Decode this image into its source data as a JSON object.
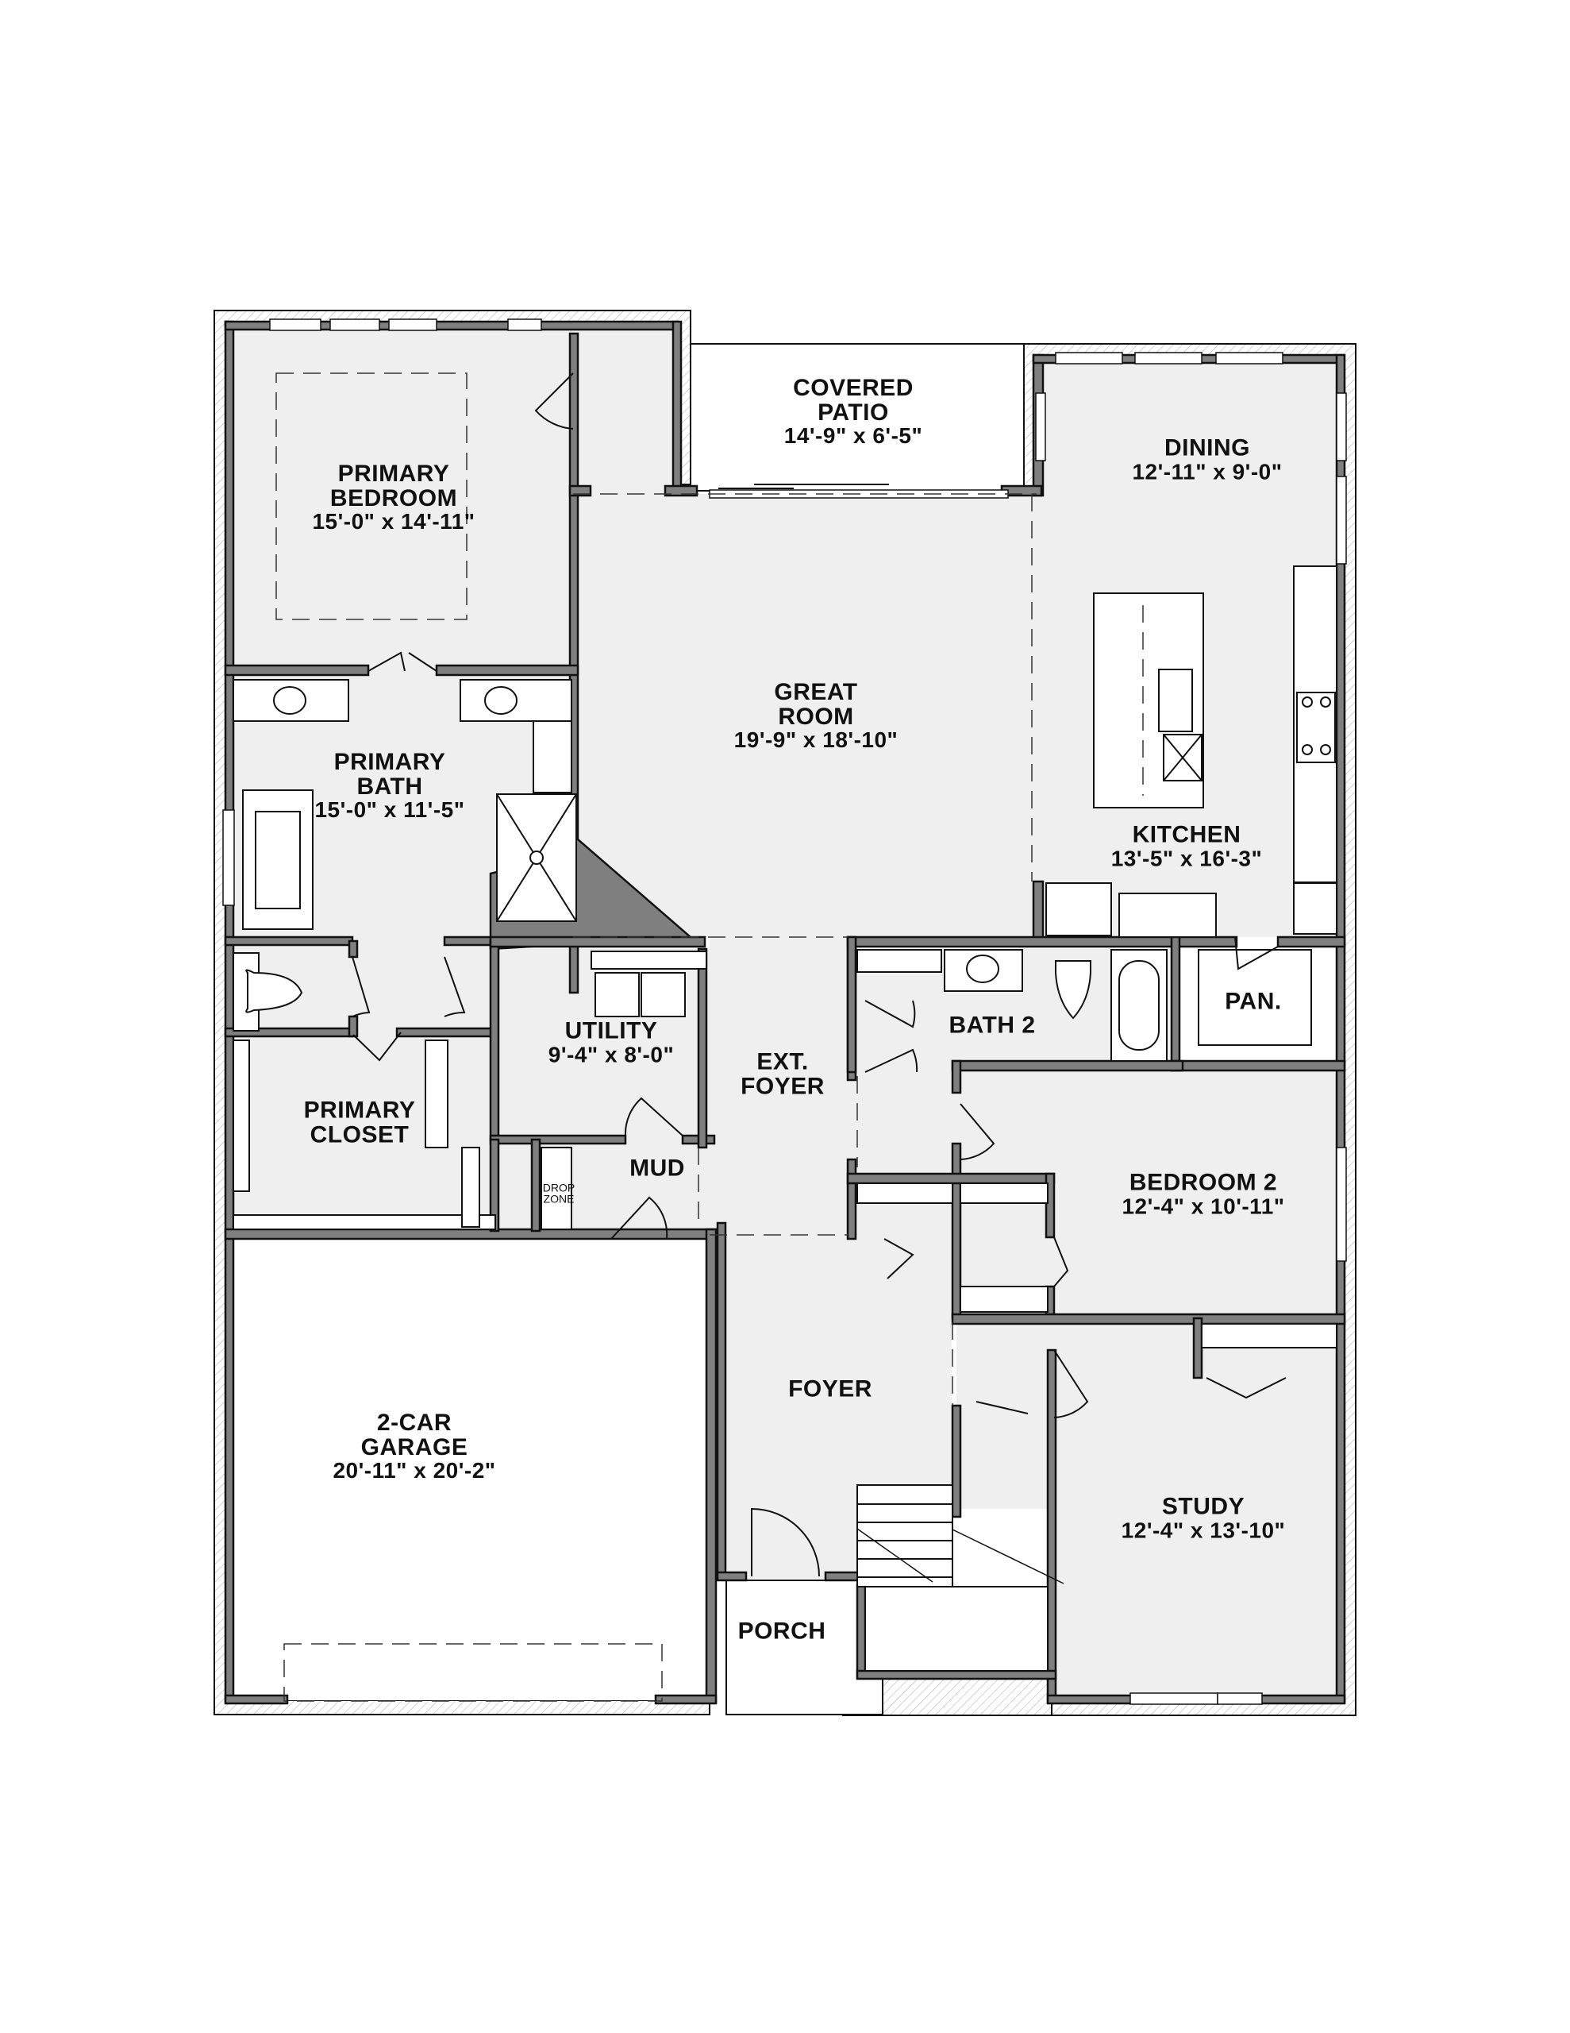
{
  "plan": {
    "title": "Floor Plan",
    "colors": {
      "floor": "#efefef",
      "wall": "#7f7f7f",
      "wall_outline": "#111111",
      "garage_floor": "#ffffff",
      "fixture": "#ffffff",
      "background": "#ffffff"
    }
  },
  "rooms": [
    {
      "id": "primary-bedroom",
      "name_lines": [
        "PRIMARY",
        "BEDROOM"
      ],
      "dims": "15'-0\" x 14'-11\""
    },
    {
      "id": "covered-patio",
      "name_lines": [
        "COVERED",
        "PATIO"
      ],
      "dims": "14'-9\" x 6'-5\""
    },
    {
      "id": "dining",
      "name_lines": [
        "DINING"
      ],
      "dims": "12'-11\" x 9'-0\""
    },
    {
      "id": "great-room",
      "name_lines": [
        "GREAT",
        "ROOM"
      ],
      "dims": "19'-9\" x 18'-10\""
    },
    {
      "id": "primary-bath",
      "name_lines": [
        "PRIMARY",
        "BATH"
      ],
      "dims": "15'-0\" x 11'-5\""
    },
    {
      "id": "kitchen",
      "name_lines": [
        "KITCHEN"
      ],
      "dims": "13'-5\" x 16'-3\""
    },
    {
      "id": "utility",
      "name_lines": [
        "UTILITY"
      ],
      "dims": "9'-4\" x 8'-0\""
    },
    {
      "id": "ext-foyer",
      "name_lines": [
        "EXT.",
        "FOYER"
      ],
      "dims": ""
    },
    {
      "id": "bath-2",
      "name_lines": [
        "BATH 2"
      ],
      "dims": ""
    },
    {
      "id": "pantry",
      "name_lines": [
        "PAN."
      ],
      "dims": ""
    },
    {
      "id": "primary-closet",
      "name_lines": [
        "PRIMARY",
        "CLOSET"
      ],
      "dims": ""
    },
    {
      "id": "mud",
      "name_lines": [
        "MUD"
      ],
      "dims": ""
    },
    {
      "id": "drop-zone",
      "name_lines": [
        "DROP",
        "ZONE"
      ],
      "dims": ""
    },
    {
      "id": "bedroom-2",
      "name_lines": [
        "BEDROOM 2"
      ],
      "dims": "12'-4\" x 10'-11\""
    },
    {
      "id": "garage",
      "name_lines": [
        "2-CAR",
        "GARAGE"
      ],
      "dims": "20'-11\" x 20'-2\""
    },
    {
      "id": "foyer",
      "name_lines": [
        "FOYER"
      ],
      "dims": ""
    },
    {
      "id": "study",
      "name_lines": [
        "STUDY"
      ],
      "dims": "12'-4\" x 13'-10\""
    },
    {
      "id": "porch",
      "name_lines": [
        "PORCH"
      ],
      "dims": ""
    }
  ],
  "labels": {
    "primary_bedroom": {
      "l1": "PRIMARY",
      "l2": "BEDROOM",
      "dims": "15'-0\" x 14'-11\""
    },
    "covered_patio": {
      "l1": "COVERED",
      "l2": "PATIO",
      "dims": "14'-9\" x 6'-5\""
    },
    "dining": {
      "l1": "DINING",
      "dims": "12'-11\" x 9'-0\""
    },
    "great_room": {
      "l1": "GREAT",
      "l2": "ROOM",
      "dims": "19'-9\" x 18'-10\""
    },
    "primary_bath": {
      "l1": "PRIMARY",
      "l2": "BATH",
      "dims": "15'-0\" x 11'-5\""
    },
    "kitchen": {
      "l1": "KITCHEN",
      "dims": "13'-5\" x 16'-3\""
    },
    "utility": {
      "l1": "UTILITY",
      "dims": "9'-4\" x 8'-0\""
    },
    "ext_foyer": {
      "l1": "EXT.",
      "l2": "FOYER"
    },
    "bath_2": {
      "l1": "BATH 2"
    },
    "pantry": {
      "l1": "PAN."
    },
    "primary_closet": {
      "l1": "PRIMARY",
      "l2": "CLOSET"
    },
    "mud": {
      "l1": "MUD"
    },
    "drop_zone": {
      "l1": "DROP",
      "l2": "ZONE"
    },
    "bedroom_2": {
      "l1": "BEDROOM 2",
      "dims": "12'-4\" x 10'-11\""
    },
    "garage": {
      "l1": "2-CAR",
      "l2": "GARAGE",
      "dims": "20'-11\" x 20'-2\""
    },
    "foyer": {
      "l1": "FOYER"
    },
    "study": {
      "l1": "STUDY",
      "dims": "12'-4\" x 13'-10\""
    },
    "porch": {
      "l1": "PORCH"
    }
  }
}
